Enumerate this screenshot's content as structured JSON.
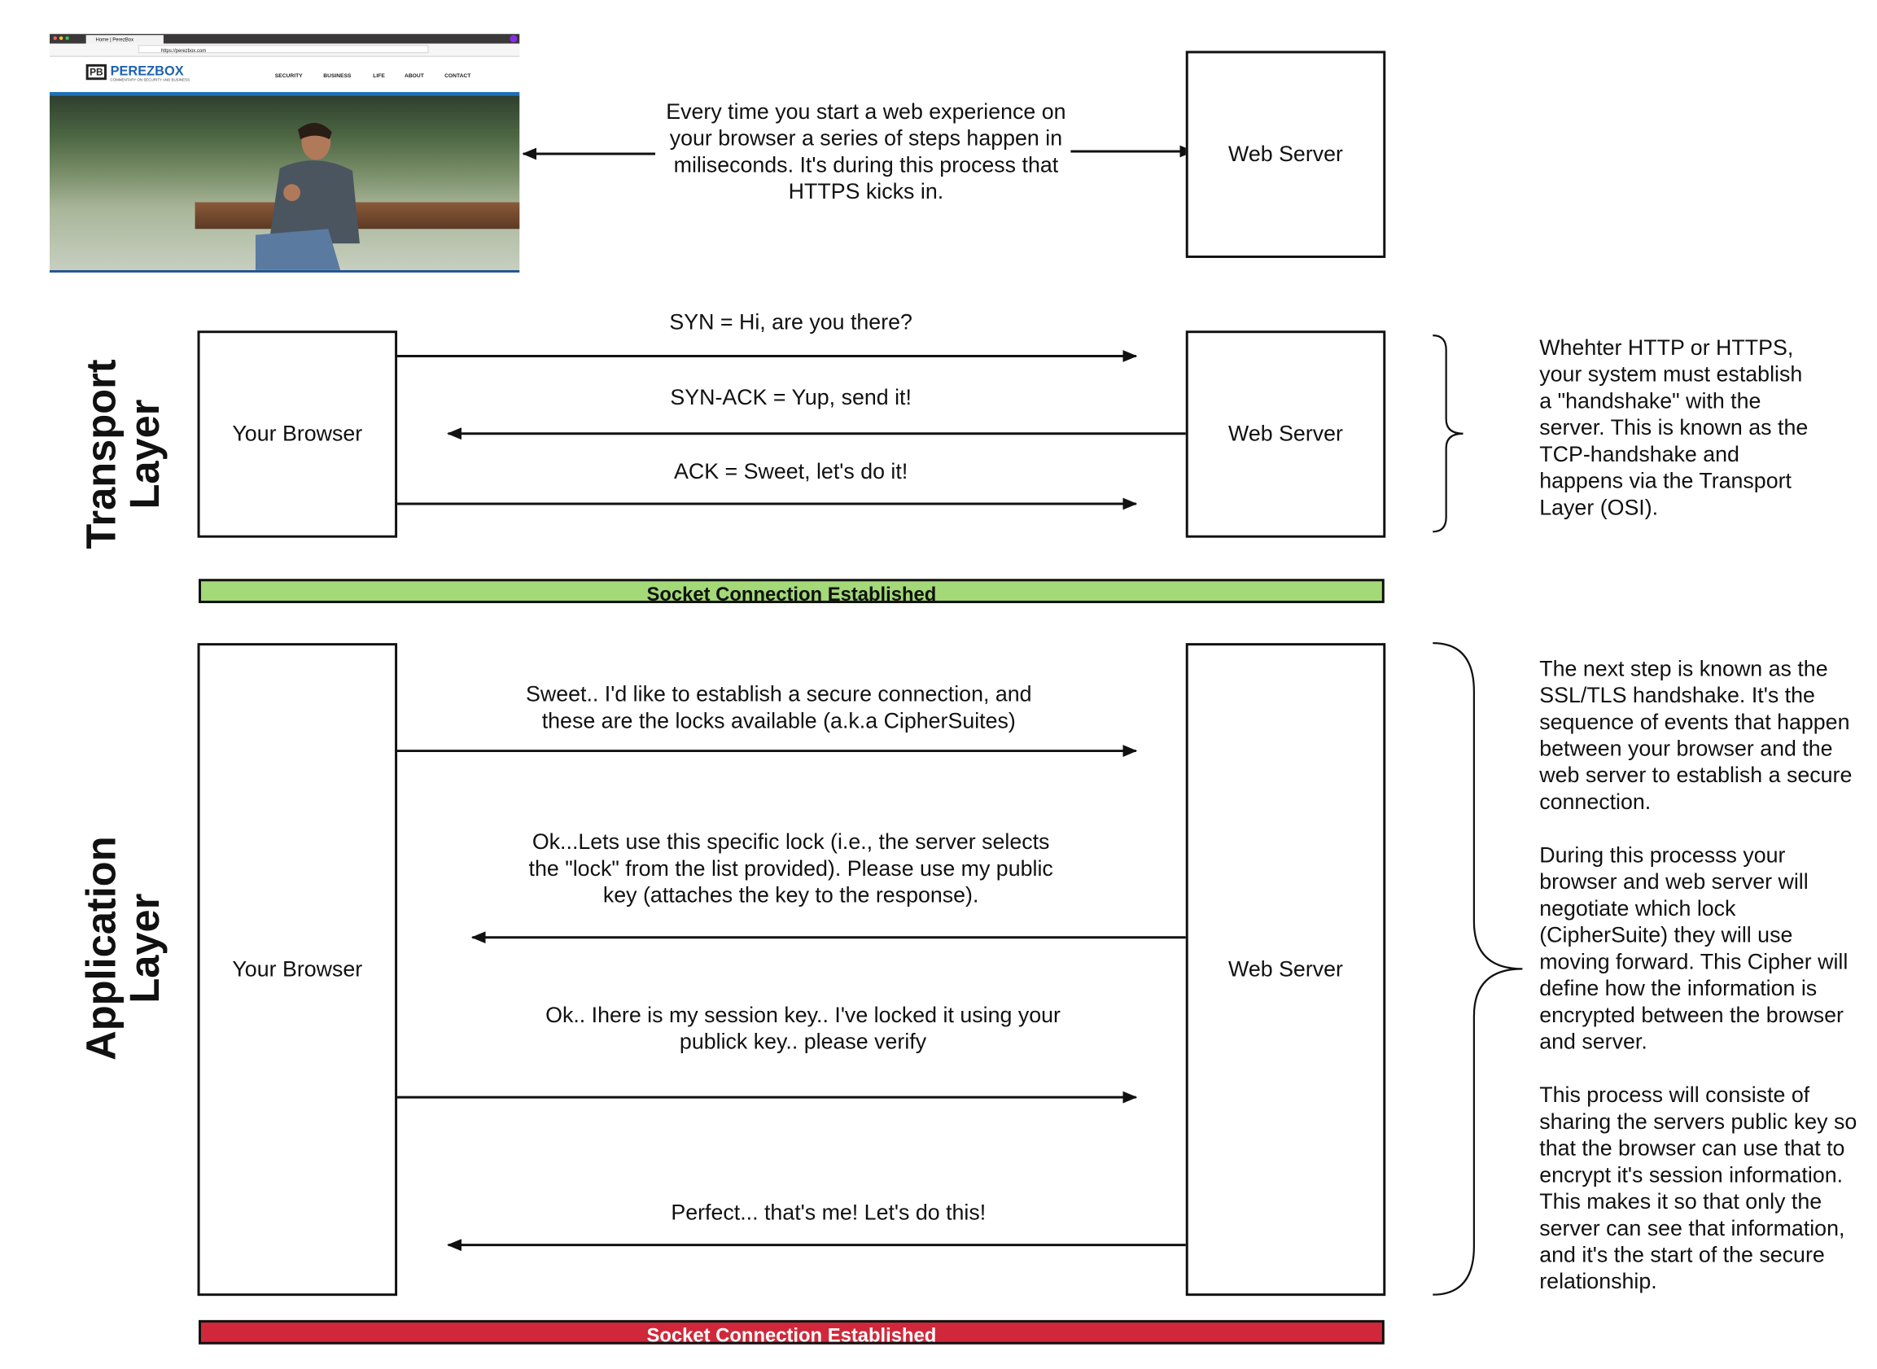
{
  "screenshot": {
    "tab_title": "Home | PerezBox",
    "url": "https://perezbox.com",
    "logo_text": "PEREZBOX",
    "logo_mark": "PB",
    "logo_tagline": "COMMENTARY ON SECURITY AND BUSINESS",
    "nav": [
      "SECURITY",
      "BUSINESS",
      "LIFE",
      "ABOUT",
      "CONTACT"
    ]
  },
  "intro": {
    "lines": [
      "Every time you start a web experience on",
      "your browser a series of steps happen in",
      "miliseconds. It's during this process that",
      "HTTPS kicks in."
    ],
    "server_label": "Web Server"
  },
  "transport": {
    "title": "Transport\nLayer",
    "browser_label": "Your Browser",
    "server_label": "Web Server",
    "messages": [
      "SYN = Hi, are you there?",
      "SYN-ACK = Yup, send it!",
      "ACK = Sweet, let's do it!"
    ],
    "note": "Whehter HTTP or HTTPS,\nyour system must establish\na \"handshake\" with the\nserver. This is known as the\nTCP-handshake and\nhappens via the Transport\nLayer (OSI).",
    "status_bar": "Socket Connection Established",
    "status_color": "#a3d977"
  },
  "application": {
    "title": "Application\nLayer",
    "browser_label": "Your Browser",
    "server_label": "Web Server",
    "messages": [
      [
        "Sweet.. I'd like to establish a secure connection, and",
        "these are the locks available (a.k.a CipherSuites)"
      ],
      [
        "Ok...Lets use this specific lock (i.e., the server selects",
        "the \"lock\" from the list provided). Please use my public",
        "key (attaches the key to the response)."
      ],
      [
        "Ok.. Ihere is my session key.. I've  locked it using your",
        "publick key.. please verify"
      ],
      [
        "Perfect... that's me! Let's do this!"
      ]
    ],
    "note": "The next step is known as the\nSSL/TLS handshake. It's the\nsequence of events that happen\nbetween your browser and the\nweb server to establish a secure\nconnection.\n\nDuring this processs your\nbrowser and web server will\nnegotiate which lock\n(CipherSuite) they will use\nmoving forward. This Cipher will\ndefine how the information is\nencrypted between the browser\nand server.\n\nThis process will consiste of\nsharing the servers public key so\nthat the browser can use that to\nencrypt it's session information.\nThis makes it so that only the\nserver can see that information,\nand it's the start of the secure\nrelationship.",
    "status_bar": "Socket Connection Established",
    "status_color": "#d0283a"
  }
}
